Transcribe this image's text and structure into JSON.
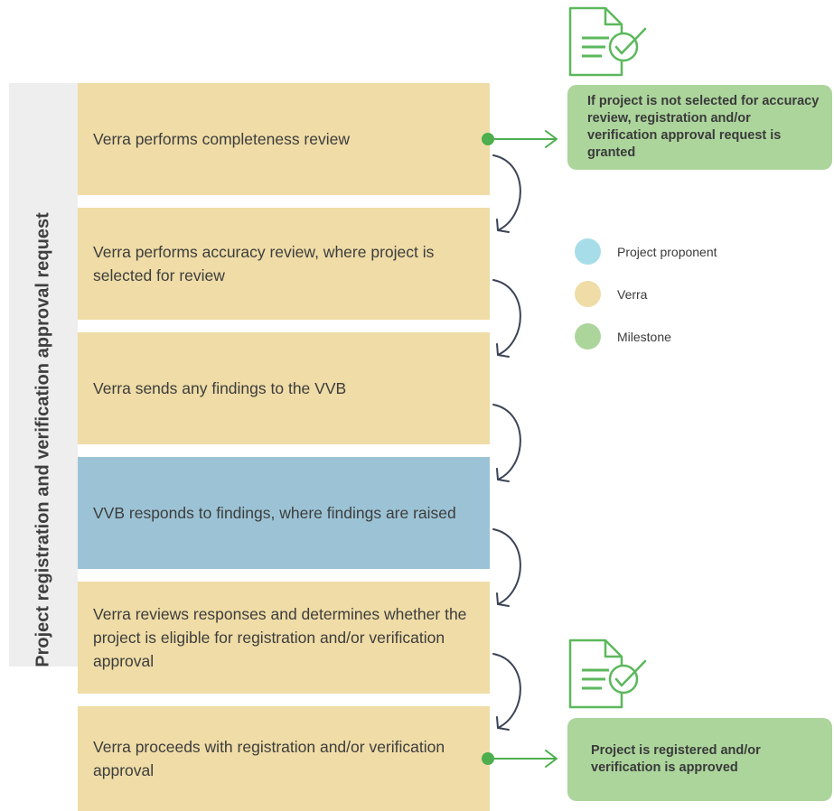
{
  "side_label": "Project registration and verification approval request",
  "steps": [
    {
      "text": "Verra performs completeness review",
      "role": "verra"
    },
    {
      "text": "Verra performs accuracy review, where project is selected for review",
      "role": "verra"
    },
    {
      "text": "Verra sends any findings to the VVB",
      "role": "verra"
    },
    {
      "text": "VVB responds to findings, where findings are raised",
      "role": "proponent"
    },
    {
      "text": "Verra reviews responses and determines whether the project is eligible for registration and/or verification approval",
      "role": "verra"
    },
    {
      "text": "Verra proceeds with registration and/or verification approval",
      "role": "verra"
    }
  ],
  "milestones": [
    {
      "text": "If project is not selected for accuracy review, registration and/or verification approval request is granted",
      "icon": "document-check-icon"
    },
    {
      "text": "Project is registered and/or verification is approved",
      "icon": "document-check-icon"
    }
  ],
  "legend": [
    {
      "label": "Project proponent",
      "color": "#a6dde9"
    },
    {
      "label": "Verra",
      "color": "#efdca6"
    },
    {
      "label": "Milestone",
      "color": "#acd59c"
    }
  ],
  "colors": {
    "verra": "#efdca6",
    "proponent": "#9cc3d5",
    "milestone": "#acd59c",
    "milestone_icon": "#5cb85c",
    "connector_arrow": "#3b4356",
    "milestone_arrow": "#4cae4c"
  }
}
